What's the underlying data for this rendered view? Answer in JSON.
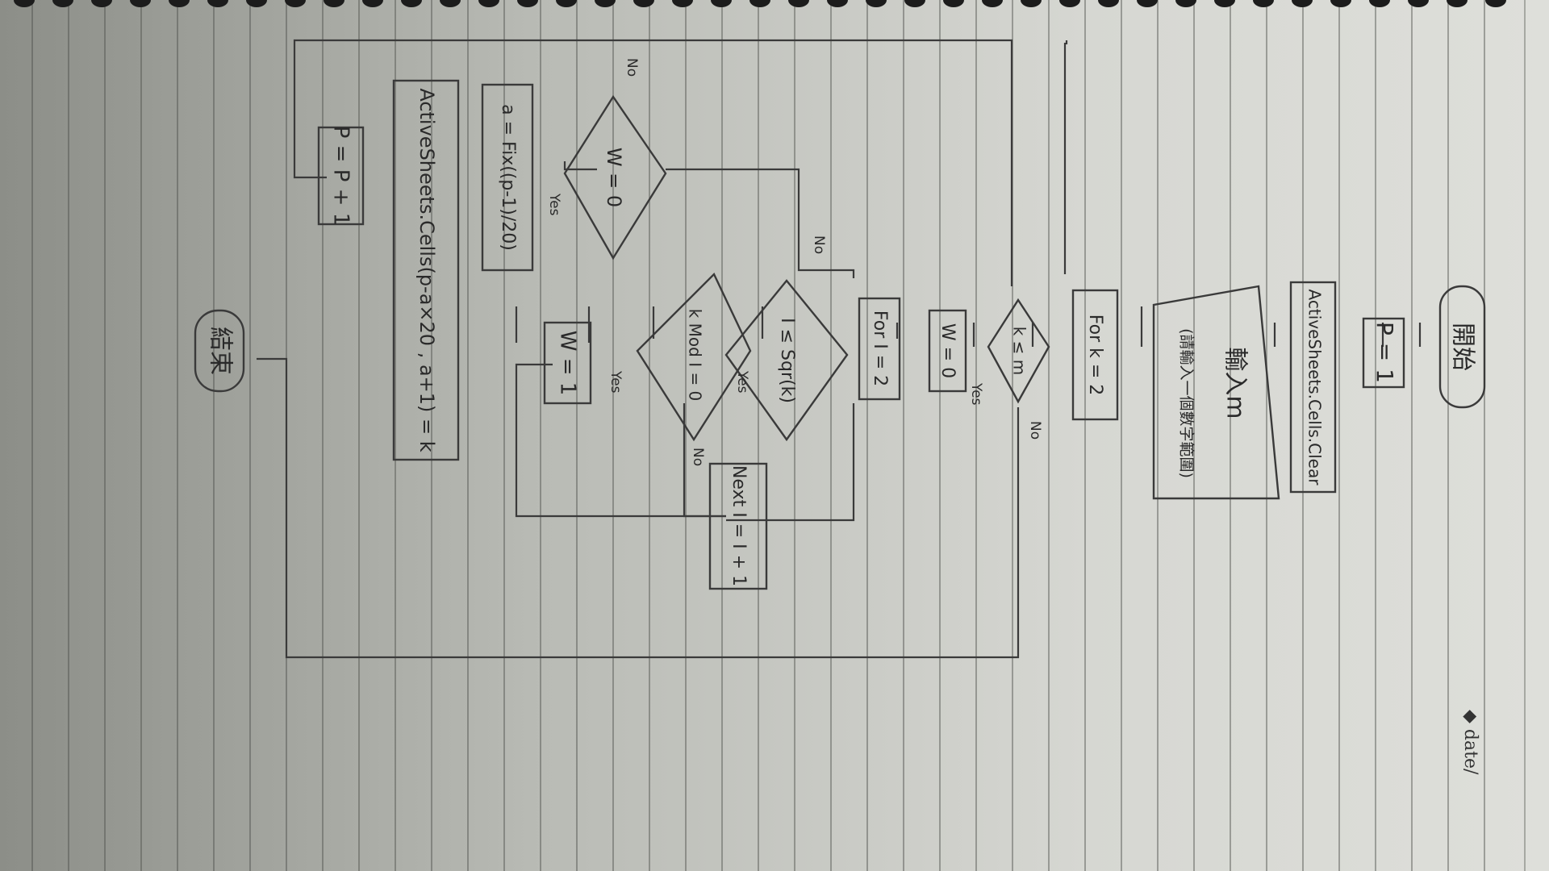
{
  "page": {
    "date_label": "◆ date/"
  },
  "flowchart": {
    "start": "開始",
    "p_init": "P = 1",
    "clear": "ActiveSheets.Cells.Clear",
    "input_title": "輸入m",
    "input_note": "(請輸入一個數字範圍)",
    "for_k": "For k = 2",
    "cond_k": "k ≤ m",
    "w0_init": "W = 0",
    "for_i": "For I = 2",
    "cond_i": "I ≤ Sqr(k)",
    "cond_mod": "k Mod I = 0",
    "w1": "W = 1",
    "next_i": "Next I = I + 1",
    "cond_w": "W = 0",
    "calc_a": "a = Fix((p-1)/20)",
    "write_cell": "ActiveSheets.Cells(p-a×20 , a+1) = k",
    "p_inc": "P = P + 1",
    "end": "結束",
    "yes": "Yes",
    "no": "No"
  }
}
